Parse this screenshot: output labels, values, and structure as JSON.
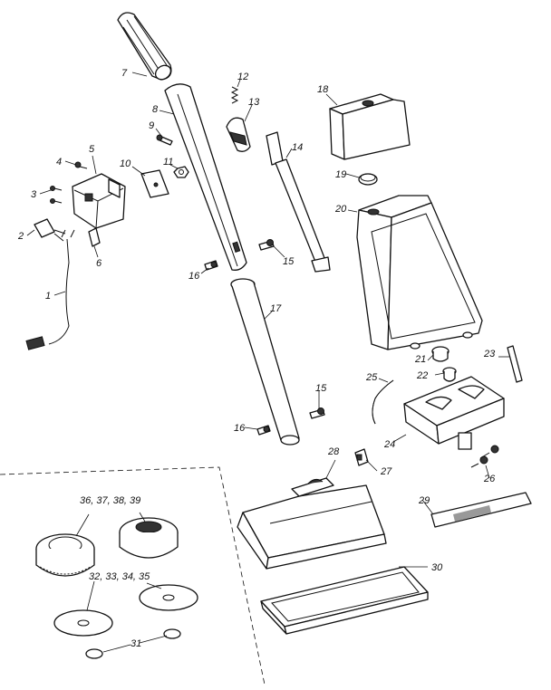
{
  "parts": {
    "p1": "1",
    "p2": "2",
    "p3": "3",
    "p4": "4",
    "p5": "5",
    "p6": "6",
    "p7": "7",
    "p8": "8",
    "p9": "9",
    "p10": "10",
    "p11": "11",
    "p12": "12",
    "p13": "13",
    "p14": "14",
    "p15a": "15",
    "p15b": "15",
    "p16a": "16",
    "p16b": "16",
    "p17": "17",
    "p18": "18",
    "p19": "19",
    "p20": "20",
    "p21": "21",
    "p22": "22",
    "p23": "23",
    "p24": "24",
    "p25": "25",
    "p26": "26",
    "p27": "27",
    "p28": "28",
    "p29": "29",
    "p30": "30",
    "p31": "31",
    "p32_35": "32, 33, 34, 35",
    "p36_39": "36, 37, 38, 39"
  }
}
